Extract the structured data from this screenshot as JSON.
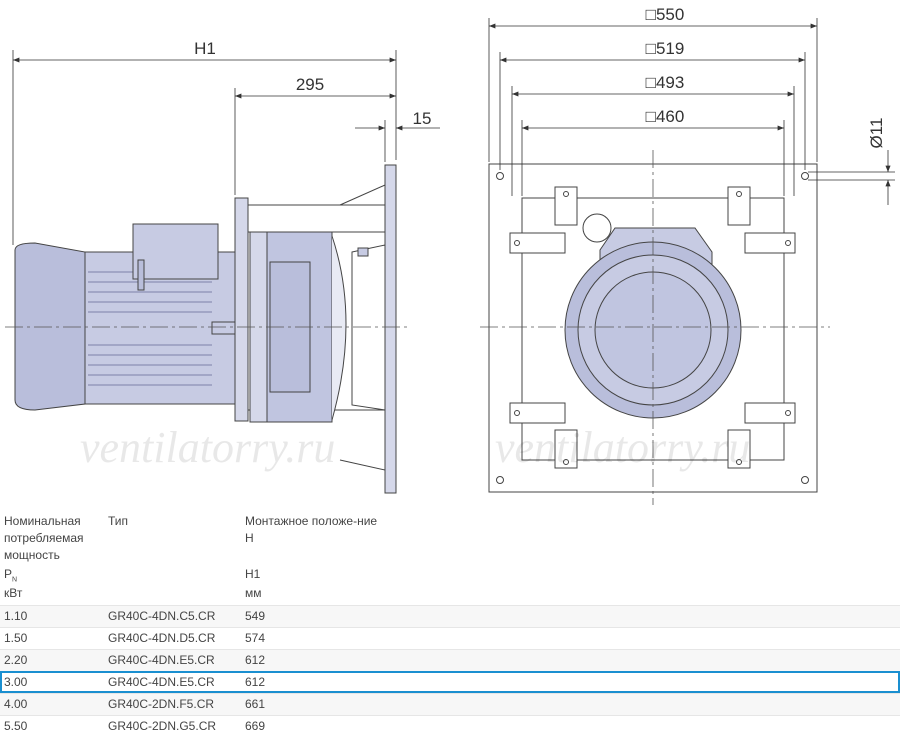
{
  "drawing": {
    "dims": {
      "h1": "H1",
      "d295": "295",
      "d15": "15",
      "d550": "□550",
      "d519": "□519",
      "d493": "□493",
      "d460": "□460",
      "d11": "Ø11"
    },
    "watermark": "ventilatorry.ru"
  },
  "table": {
    "headers": {
      "power": "Номинальная потребляемая мощность",
      "power_symbol": "P",
      "power_symbol_sub": "N",
      "power_unit": "кВт",
      "type": "Тип",
      "mount": "Монтажное положе-ние H",
      "h1": "H1",
      "h1_unit": "мм"
    },
    "rows": [
      {
        "power": "1.10",
        "type": "GR40C-4DN.C5.CR",
        "h1": "549"
      },
      {
        "power": "1.50",
        "type": "GR40C-4DN.D5.CR",
        "h1": "574"
      },
      {
        "power": "2.20",
        "type": "GR40C-4DN.E5.CR",
        "h1": "612"
      },
      {
        "power": "3.00",
        "type": "GR40C-4DN.E5.CR",
        "h1": "612"
      },
      {
        "power": "4.00",
        "type": "GR40C-2DN.F5.CR",
        "h1": "661"
      },
      {
        "power": "5.50",
        "type": "GR40C-2DN.G5.CR",
        "h1": "669"
      }
    ],
    "selected_row": 3,
    "highlight_color": "#1a8fd0"
  }
}
